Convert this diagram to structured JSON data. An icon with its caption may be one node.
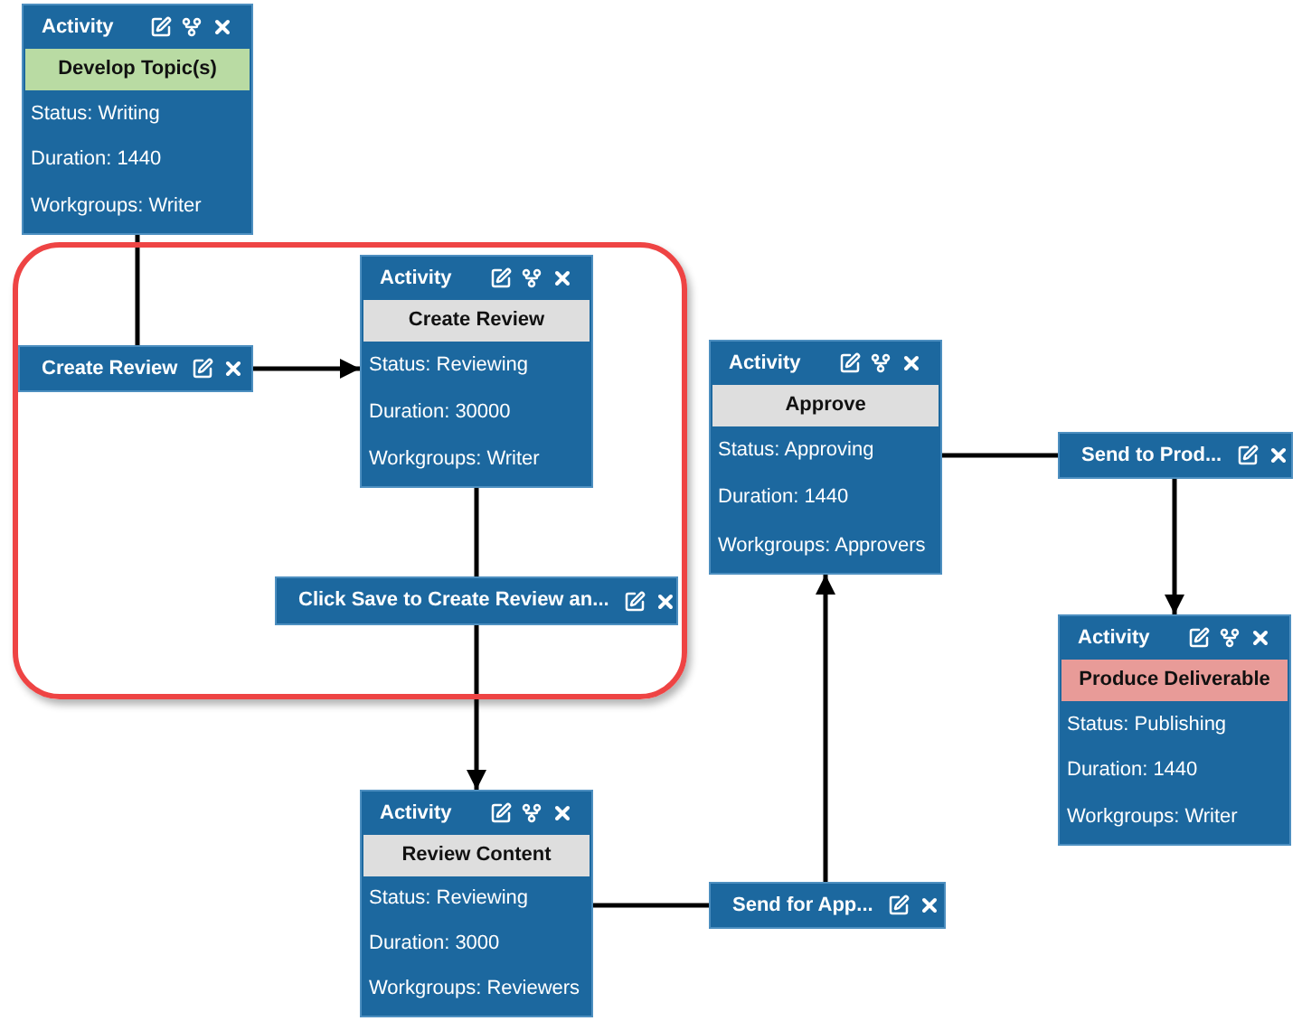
{
  "diagram": {
    "nodes": [
      {
        "text": [
          "Activity",
          "Develop Topic(s)",
          "Status: Writing",
          "Duration: 1440",
          "Workgroups: Writer"
        ]
      },
      {
        "text": [],
        "shape": "box"
      },
      {
        "text": [
          "Create Review"
        ],
        "in": 1
      },
      {
        "text": [
          "Activity",
          "Create Review",
          "Status: Reviewing",
          "Duration: 30000",
          "Workgroups: Writer"
        ],
        "in": 1
      },
      {
        "text": [
          "Click Save to Create Review an..."
        ],
        "in": 1
      },
      {
        "text": [
          "Activity",
          "Review Content",
          "Status: Reviewing",
          "Duration: 3000",
          "Workgroups: Reviewers"
        ]
      },
      {
        "text": [
          "Send for App..."
        ]
      },
      {
        "text": [
          "Activity",
          "Approve",
          "Status: Approving",
          "Duration: 1440",
          "Workgroups: Approvers"
        ]
      },
      {
        "text": [
          "Send to Prod..."
        ]
      },
      {
        "text": [
          "Activity",
          "Produce Deliverable",
          "Status: Publishing",
          "Duration: 1440",
          "Workgroups: Writer"
        ]
      }
    ],
    "edges": [
      {
        "from": 0,
        "to": 2,
        "arrow": "none"
      },
      {
        "from": 2,
        "to": 3,
        "arrow": "to"
      },
      {
        "from": 3,
        "to": 4,
        "arrow": "none"
      },
      {
        "from": 4,
        "to": 5,
        "arrow": "to"
      },
      {
        "from": 5,
        "to": 6,
        "arrow": "none"
      },
      {
        "from": 6,
        "to": 7,
        "arrow": "to"
      },
      {
        "from": 7,
        "to": 8,
        "arrow": "none"
      },
      {
        "from": 8,
        "to": 9,
        "arrow": "to"
      }
    ]
  }
}
